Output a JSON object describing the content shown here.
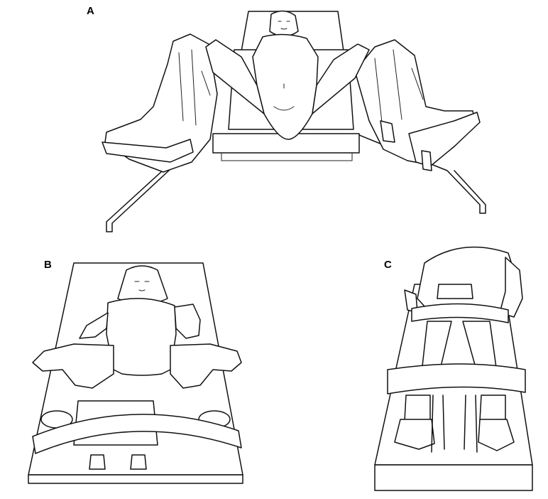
{
  "panels": [
    {
      "id": "A",
      "label": "A",
      "depiction": "lithotomy"
    },
    {
      "id": "B",
      "label": "B",
      "depiction": "frog-leg"
    },
    {
      "id": "C",
      "label": "C",
      "depiction": "prone"
    }
  ],
  "colors": {
    "ink": "#111111",
    "background": "#ffffff"
  }
}
